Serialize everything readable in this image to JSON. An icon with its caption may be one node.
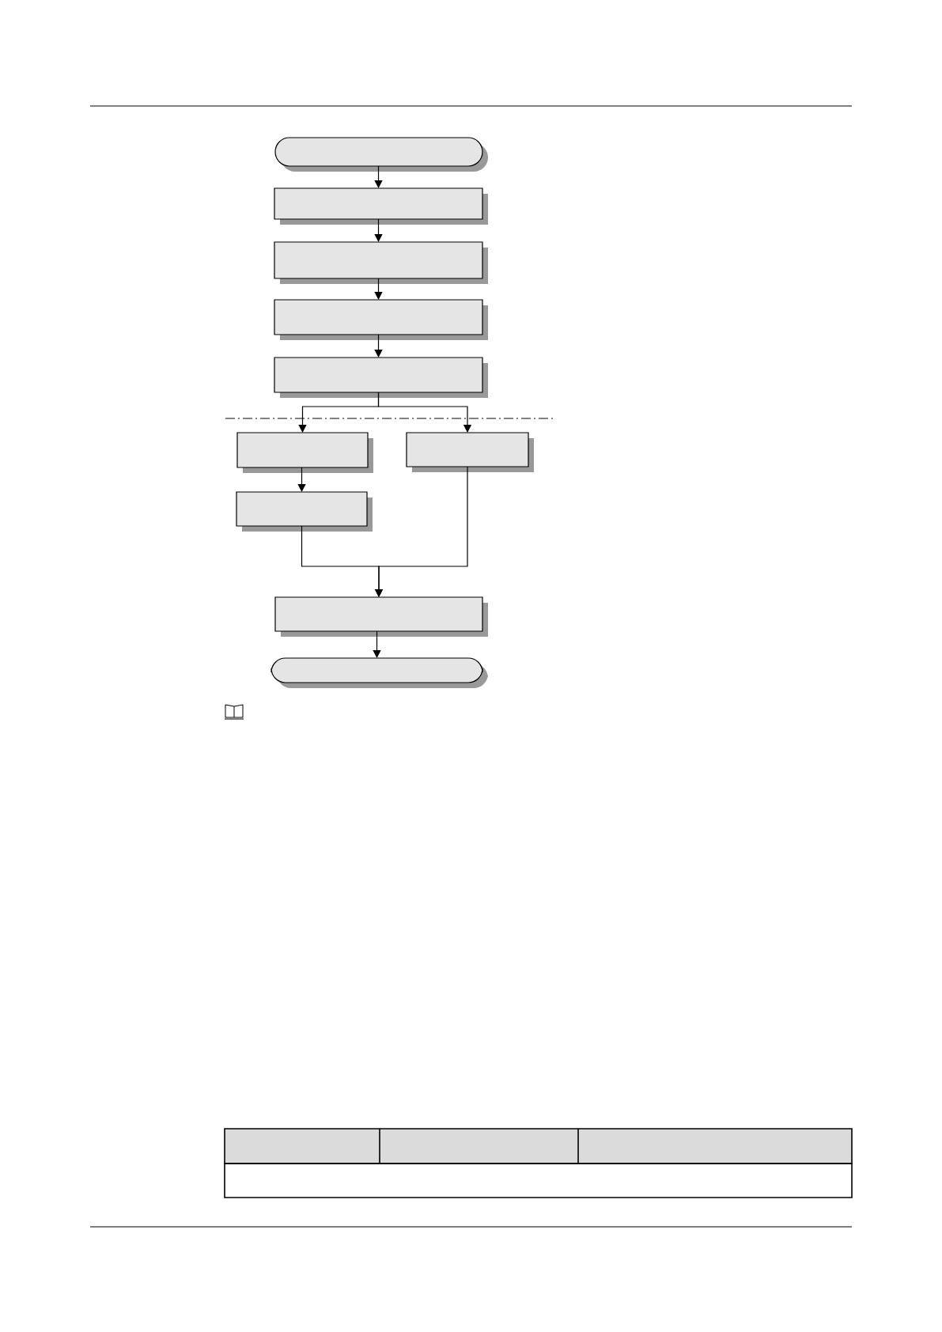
{
  "diagram": {
    "nodes": [
      {
        "text": [],
        "shape": "pill"
      },
      {
        "text": [],
        "shape": "box"
      },
      {
        "text": [],
        "shape": "box"
      },
      {
        "text": [],
        "shape": "box"
      },
      {
        "text": [],
        "shape": "box"
      },
      {
        "text": [],
        "shape": "box"
      },
      {
        "text": [],
        "shape": "box"
      },
      {
        "text": [],
        "shape": "box"
      },
      {
        "text": [],
        "shape": "box"
      },
      {
        "text": [],
        "shape": "pill"
      }
    ],
    "edges": [
      {
        "from": 0,
        "to": 1,
        "arrow": "to"
      },
      {
        "from": 1,
        "to": 2,
        "arrow": "to"
      },
      {
        "from": 2,
        "to": 3,
        "arrow": "to"
      },
      {
        "from": 3,
        "to": 4,
        "arrow": "to"
      },
      {
        "from": 4,
        "to": 5,
        "arrow": "to"
      },
      {
        "from": 4,
        "to": 6,
        "arrow": "to"
      },
      {
        "from": 5,
        "to": 7,
        "arrow": "to"
      },
      {
        "from": 7,
        "to": 8,
        "arrow": "to"
      },
      {
        "from": 6,
        "to": 8,
        "arrow": "to"
      },
      {
        "from": 8,
        "to": 9,
        "arrow": "to"
      }
    ]
  }
}
